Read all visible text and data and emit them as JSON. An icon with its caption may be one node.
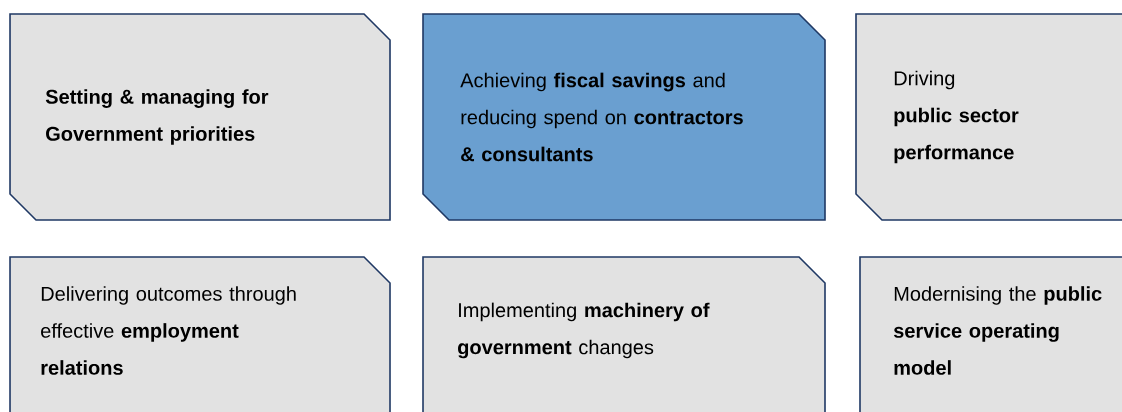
{
  "diagram": {
    "nodes": [
      {
        "text": [
          "Setting & managing for Government priorities"
        ]
      },
      {
        "text": [
          "Achieving **fiscal savings** and reducing spend on **contractors & consultants**"
        ]
      },
      {
        "text": [
          "Driving **public sector performance**"
        ]
      },
      {
        "text": [
          "Delivering outcomes through effective **employment relations**"
        ]
      },
      {
        "text": [
          "Implementing **machinery of government** changes"
        ]
      },
      {
        "text": [
          "Modernising the **public service operating model**"
        ]
      }
    ]
  }
}
